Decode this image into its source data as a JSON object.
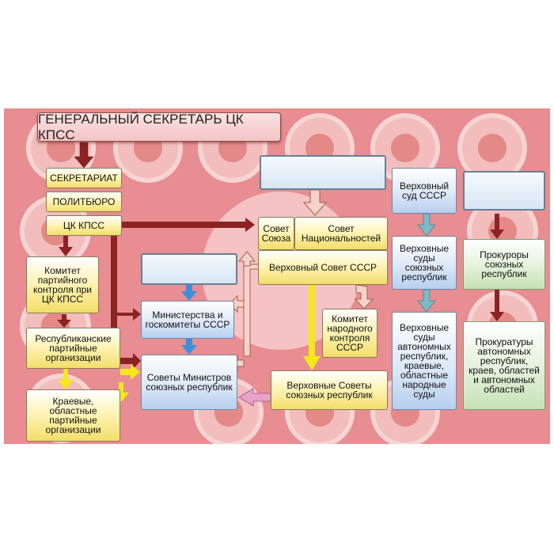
{
  "title": "ГЕНЕРАЛЬНЫЙ СЕКРЕТАРЬ ЦК КПСС",
  "party": {
    "secretariat": "СЕКРЕТАРИАТ",
    "politburo": "ПОЛИТБЮРО",
    "central_committee": "ЦК КПСС",
    "control_committee": "Комитет партийного контроля при ЦК КПСС",
    "republican_orgs": "Республиканские партийные организации",
    "regional_orgs": "Краевые, областные партийные организации"
  },
  "state": {
    "council_union": "Совет Союза",
    "council_nationalities": "Совет Национальностей",
    "supreme_soviet": "Верховный Совет СССР",
    "ministries": "Министерства и госкомитеты СССР",
    "people_control": "Комитет народного контроля СССР",
    "councils_ministers": "Советы Министров союзных республик",
    "republic_soviets": "Верховные Советы союзных республик"
  },
  "courts": {
    "supreme_court": "Верховный суд СССР",
    "republic_courts": "Верховные суды союзных республик",
    "autonomous_courts": "Верховные суды автономных республик, краевые, областные народные суды"
  },
  "prosecutors": {
    "republic_prosecutors": "Прокуроры союзных республик",
    "autonomous_prosecutors": "Прокуратуры автономных республик, краев, областей и автономных областей"
  },
  "colors": {
    "background_panel": "#e88d92",
    "party_arrow": "#8b2323",
    "state_arrow": "#f3b3a6",
    "blue_arrow": "#3d8fd9",
    "yellow_arrow": "#f4e81a",
    "teal_arrow": "#7fb8c7",
    "pink_arrow": "#e9a3c9"
  }
}
